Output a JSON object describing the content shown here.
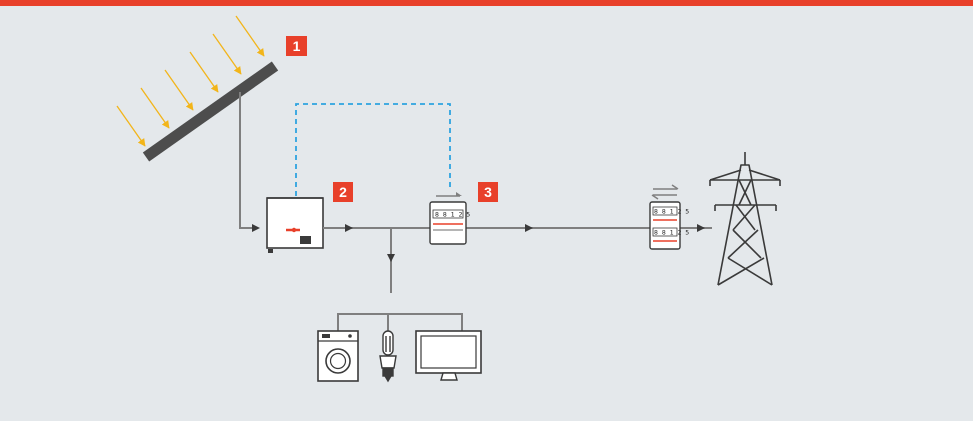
{
  "colors": {
    "background": "#e4e8eb",
    "accent": "#e8402a",
    "line": "#7f7f7f",
    "device_line": "#3a3a3a",
    "panel": "#4d4d4d",
    "sun_ray": "#f2b51a",
    "data_link": "#2ea3e0"
  },
  "markers": [
    {
      "id": "solar-panel",
      "label": "1"
    },
    {
      "id": "inverter",
      "label": "2"
    },
    {
      "id": "meter",
      "label": "3"
    }
  ],
  "meter": {
    "reading": "8 8 1 2 5"
  },
  "grid_meter": {
    "reading_top": "8 8 1 2 5",
    "reading_bottom": "8 8 1 2 5"
  },
  "icons": [
    "sun-ray-icon",
    "solar-panel-icon",
    "inverter-icon",
    "energy-meter-icon",
    "bidirectional-arrow-icon",
    "grid-meter-icon",
    "power-pylon-icon",
    "washing-machine-icon",
    "light-bulb-icon",
    "monitor-icon"
  ]
}
